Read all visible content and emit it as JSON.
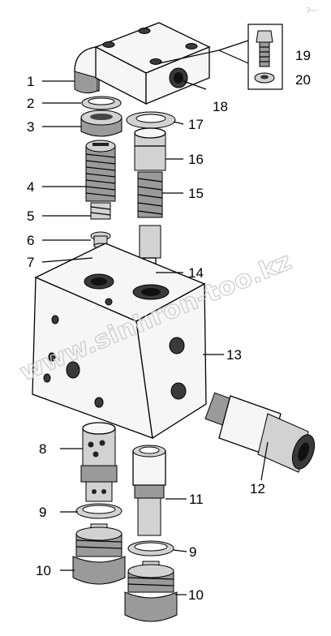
{
  "callouts": [
    {
      "id": "1",
      "text": "1"
    },
    {
      "id": "2",
      "text": "2"
    },
    {
      "id": "3",
      "text": "3"
    },
    {
      "id": "4",
      "text": "4"
    },
    {
      "id": "5",
      "text": "5"
    },
    {
      "id": "6",
      "text": "6"
    },
    {
      "id": "7",
      "text": "7"
    },
    {
      "id": "8",
      "text": "8"
    },
    {
      "id": "9a",
      "text": "9"
    },
    {
      "id": "9b",
      "text": "9"
    },
    {
      "id": "10a",
      "text": "10"
    },
    {
      "id": "10b",
      "text": "10"
    },
    {
      "id": "11",
      "text": "11"
    },
    {
      "id": "12",
      "text": "12"
    },
    {
      "id": "13",
      "text": "13"
    },
    {
      "id": "14",
      "text": "14"
    },
    {
      "id": "15",
      "text": "15"
    },
    {
      "id": "16",
      "text": "16"
    },
    {
      "id": "17",
      "text": "17"
    },
    {
      "id": "18",
      "text": "18"
    },
    {
      "id": "19",
      "text": "19"
    },
    {
      "id": "20",
      "text": "20"
    }
  ],
  "watermark": "www.sinhron-too.kz",
  "corner_mark": "ʔ─◦"
}
